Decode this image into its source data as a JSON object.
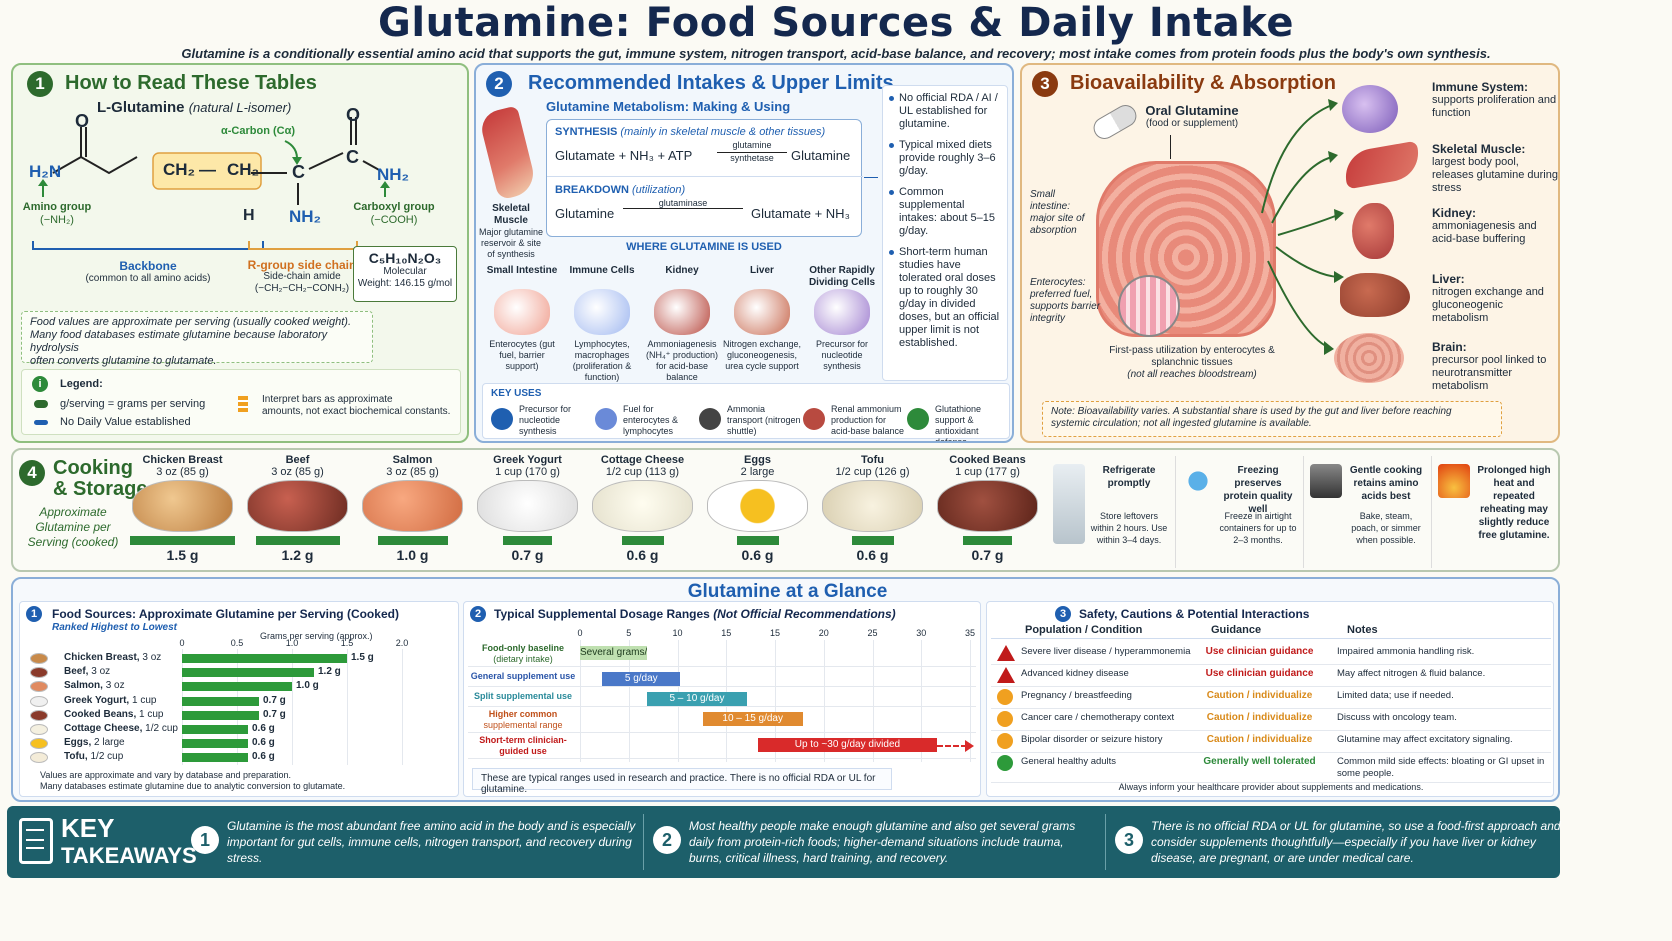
{
  "header": {
    "title": "Glutamine: Food Sources & Daily Intake",
    "subtitle": "Glutamine is a conditionally essential amino acid that supports the gut, immune system, nitrogen transport, acid-base balance, and recovery; most intake comes from protein foods plus the body's own synthesis."
  },
  "p1": {
    "num": "1",
    "title": "How to Read These Tables",
    "mol_title": "L-Glutamine",
    "mol_sub": "(natural L-isomer)",
    "alpha": "α-Carbon (Cα)",
    "h2n": "H₂N",
    "ch2a": "CH₂",
    "dash": "—",
    "ch2b": "CH₂",
    "c": "C",
    "h": "H",
    "nh2": "NH₂",
    "nh2b": "NH₂",
    "o1": "O",
    "o2": "O",
    "amino": "Amino group",
    "amino_f": "(−NH₂)",
    "carboxyl": "Carboxyl group",
    "carboxyl_f": "(−COOH)",
    "backbone": "Backbone",
    "backbone_sub": "(common to all amino acids)",
    "rgroup": "R-group side chain",
    "rgroup_sub": "Side-chain amide",
    "rgroup_f": "(−CH₂−CH₂−CONH₂)",
    "formula": "C₅H₁₀N₂O₃",
    "mw1": "Molecular",
    "mw2": "Weight: 146.15 g/mol",
    "note1": "Food values are approximate per serving (usually cooked weight).",
    "note2": "Many food databases estimate glutamine because laboratory hydrolysis",
    "note3": "often converts glutamine to glutamate.",
    "legend": "Legend:",
    "leg1": "g/serving = grams per serving",
    "leg2": "No Daily Value established",
    "leg3a": "Interpret bars as approximate",
    "leg3b": "amounts, not exact biochemical constants."
  },
  "p2": {
    "num": "2",
    "title": "Recommended Intakes & Upper Limits",
    "meta": "Glutamine Metabolism: Making & Using",
    "muscle1": "Skeletal",
    "muscle2": "Muscle",
    "muscle3": "Major glutamine reservoir & site of synthesis",
    "synth": "SYNTHESIS",
    "synth_sub": "(mainly in skeletal muscle & other tissues)",
    "synth_eq": "Glutamate  +  NH₃  +  ATP",
    "enz1a": "glutamine",
    "enz1b": "synthetase",
    "synth_out": "Glutamine",
    "break": "BREAKDOWN",
    "break_sub": "(utilization)",
    "break_in": "Glutamine",
    "enz2": "glutaminase",
    "break_out": "Glutamate   +   NH₃",
    "where": "WHERE GLUTAMINE IS USED",
    "organs": [
      {
        "name": "Small Intestine",
        "desc": "Enterocytes (gut fuel, barrier support)"
      },
      {
        "name": "Immune Cells",
        "desc": "Lymphocytes, macrophages (proliferation & function)"
      },
      {
        "name": "Kidney",
        "desc": "Ammoniagenesis (NH₄⁺ production) for acid-base balance"
      },
      {
        "name": "Liver",
        "desc": "Nitrogen exchange, gluconeogenesis, urea cycle support"
      },
      {
        "name": "Other Rapidly Dividing Cells",
        "desc": "Precursor for nucleotide synthesis"
      }
    ],
    "keyuses": "KEY USES",
    "uses": [
      "Precursor for nucleotide synthesis",
      "Fuel for enterocytes & lymphocytes",
      "Ammonia transport (nitrogen shuttle)",
      "Renal ammonium production for acid-base balance",
      "Glutathione support & antioxidant defense"
    ],
    "bullets": [
      "No official RDA / AI / UL established for glutamine.",
      "Typical mixed diets provide roughly 3–6 g/day.",
      "Common supplemental intakes: about 5–15 g/day.",
      "Short-term human studies have tolerated oral doses up to roughly 30 g/day in divided doses, but an official upper limit is not established."
    ]
  },
  "p3": {
    "num": "3",
    "title": "Bioavailability & Absorption",
    "oral": "Oral Glutamine",
    "oral_sub": "(food or supplement)",
    "si": "Small intestine: major site of absorption",
    "entero": "Enterocytes: preferred fuel, supports barrier integrity",
    "first": "First-pass utilization by enterocytes & splanchnic tissues",
    "first_sub": "(not all reaches bloodstream)",
    "targets": [
      {
        "name": "Immune System:",
        "desc": "supports proliferation and function"
      },
      {
        "name": "Skeletal Muscle:",
        "desc": "largest body pool, releases glutamine during stress"
      },
      {
        "name": "Kidney:",
        "desc": "ammoniagenesis and acid-base buffering"
      },
      {
        "name": "Liver:",
        "desc": "nitrogen exchange and gluconeogenic metabolism"
      },
      {
        "name": "Brain:",
        "desc": "precursor pool linked to neurotransmitter metabolism"
      }
    ],
    "note": "Note: Bioavailability varies. A substantial share is used by the gut and liver before reaching systemic circulation; not all ingested glutamine is available."
  },
  "p4": {
    "num": "4",
    "title1": "Cooking",
    "title2": "& Storage",
    "side": "Approximate Glutamine per Serving (cooked)",
    "foods": [
      {
        "name": "Chicken Breast",
        "serv": "3 oz (85 g)",
        "val": "1.5 g",
        "g": 1.5
      },
      {
        "name": "Beef",
        "serv": "3 oz (85 g)",
        "val": "1.2 g",
        "g": 1.2
      },
      {
        "name": "Salmon",
        "serv": "3 oz (85 g)",
        "val": "1.0 g",
        "g": 1.0
      },
      {
        "name": "Greek Yogurt",
        "serv": "1 cup (170 g)",
        "val": "0.7 g",
        "g": 0.7
      },
      {
        "name": "Cottage Cheese",
        "serv": "1/2 cup (113 g)",
        "val": "0.6 g",
        "g": 0.6
      },
      {
        "name": "Eggs",
        "serv": "2 large",
        "val": "0.6 g",
        "g": 0.6
      },
      {
        "name": "Tofu",
        "serv": "1/2 cup (126 g)",
        "val": "0.6 g",
        "g": 0.6
      },
      {
        "name": "Cooked Beans",
        "serv": "1 cup (177 g)",
        "val": "0.7 g",
        "g": 0.7
      }
    ],
    "tips": [
      {
        "t": "Refrigerate promptly",
        "d": "Store leftovers within 2 hours. Use within 3–4 days."
      },
      {
        "t": "Freezing preserves protein quality well",
        "d": "Freeze in airtight containers for up to 2–3 months."
      },
      {
        "t": "Gentle cooking retains amino acids best",
        "d": "Bake, steam, poach, or simmer when possible."
      },
      {
        "t": "Prolonged high heat and repeated reheating may slightly reduce free glutamine.",
        "d": ""
      }
    ]
  },
  "glance": {
    "title": "Glutamine at a Glance"
  },
  "t1": {
    "num": "1",
    "title": "Food Sources: Approximate Glutamine per Serving (Cooked)",
    "sub": "Ranked Highest to Lowest",
    "axis": "Grams per serving (approx.)",
    "ticks": [
      "0",
      "0.5",
      "1.0",
      "1.5",
      "2.0"
    ],
    "rows": [
      {
        "food": "Chicken Breast,",
        "serv": "3 oz",
        "val": "1.5 g",
        "g": 1.5
      },
      {
        "food": "Beef,",
        "serv": "3 oz",
        "val": "1.2 g",
        "g": 1.2
      },
      {
        "food": "Salmon,",
        "serv": "3 oz",
        "val": "1.0 g",
        "g": 1.0
      },
      {
        "food": "Greek Yogurt,",
        "serv": "1 cup",
        "val": "0.7 g",
        "g": 0.7
      },
      {
        "food": "Cooked Beans,",
        "serv": "1 cup",
        "val": "0.7 g",
        "g": 0.7
      },
      {
        "food": "Cottage Cheese,",
        "serv": "1/2 cup",
        "val": "0.6 g",
        "g": 0.6
      },
      {
        "food": "Eggs,",
        "serv": "2 large",
        "val": "0.6 g",
        "g": 0.6
      },
      {
        "food": "Tofu,",
        "serv": "1/2 cup",
        "val": "0.6 g",
        "g": 0.6
      }
    ],
    "foot1": "Values are approximate and vary by database and preparation.",
    "foot2": "Many databases estimate glutamine due to analytic conversion to glutamate."
  },
  "t2": {
    "num": "2",
    "title": "Typical Supplemental Dosage Ranges",
    "title_it": "(Not Official Recommendations)",
    "ticks": [
      "0",
      "5",
      "10",
      "15",
      "15",
      "20",
      "25",
      "30",
      "35"
    ],
    "rows": [
      {
        "label": "Food-only baseline",
        "label2": "(dietary intake)",
        "bar": "Several grams/day from diet",
        "from": 0,
        "to": 6,
        "color": "#bfe0b0",
        "tc": "#1d3a1d",
        "lc": "#2d6a2d"
      },
      {
        "label": "General supplement use",
        "label2": "",
        "bar": "5 g/day",
        "from": 2,
        "to": 9,
        "color": "#4a78c8",
        "tc": "#fff",
        "lc": "#2a55a8"
      },
      {
        "label": "Split supplemental use",
        "label2": "",
        "bar": "5 – 10 g/day",
        "from": 6,
        "to": 15,
        "color": "#3aa0b0",
        "tc": "#fff",
        "lc": "#2a8a9a"
      },
      {
        "label": "Higher common",
        "label2": "supplemental range",
        "bar": "10 – 15 g/day",
        "from": 11,
        "to": 20,
        "color": "#e08a30",
        "tc": "#fff",
        "lc": "#c0501a"
      },
      {
        "label": "Short-term clinician-guided use",
        "label2": "",
        "bar": "Up to ~30 g/day divided",
        "from": 16,
        "to": 32,
        "color": "#d92a2a",
        "tc": "#fff",
        "lc": "#c01a1a"
      }
    ],
    "foot": "These are typical ranges used in research and practice. There is no official RDA or UL for glutamine."
  },
  "t3": {
    "num": "3",
    "title": "Safety, Cautions & Potential Interactions",
    "cols": [
      "Population / Condition",
      "Guidance",
      "Notes"
    ],
    "rows": [
      {
        "icon": "warn",
        "pop": "Severe liver disease / hyperammonemia",
        "g": "Use clinician guidance",
        "n": "Impaired ammonia handling risk.",
        "gc": "#c01a1a"
      },
      {
        "icon": "warn",
        "pop": "Advanced kidney disease",
        "g": "Use clinician guidance",
        "n": "May affect nitrogen & fluid balance.",
        "gc": "#c01a1a"
      },
      {
        "icon": "caution",
        "pop": "Pregnancy / breastfeeding",
        "g": "Caution / individualize",
        "n": "Limited data; use if needed.",
        "gc": "#d98a1a"
      },
      {
        "icon": "caution",
        "pop": "Cancer care / chemotherapy context",
        "g": "Caution / individualize",
        "n": "Discuss with oncology team.",
        "gc": "#d98a1a"
      },
      {
        "icon": "caution",
        "pop": "Bipolar disorder or seizure history",
        "g": "Caution / individualize",
        "n": "Glutamine may affect excitatory signaling.",
        "gc": "#d98a1a"
      },
      {
        "icon": "ok",
        "pop": "General healthy adults",
        "g": "Generally well tolerated",
        "n": "Common mild side effects: bloating or GI upset in some people.",
        "gc": "#2d8a3a"
      }
    ],
    "foot": "Always inform your healthcare provider about supplements and medications."
  },
  "takeaways": {
    "title1": "KEY",
    "title2": "TAKEAWAYS",
    "items": [
      {
        "n": "1",
        "t": "Glutamine is the most abundant free amino acid in the body and is especially important for gut cells, immune cells, nitrogen transport, and recovery during stress."
      },
      {
        "n": "2",
        "t": "Most healthy people make enough glutamine and also get several grams daily from protein-rich foods; higher-demand situations include trauma, burns, critical illness, hard training, and recovery."
      },
      {
        "n": "3",
        "t": "There is no official RDA or UL for glutamine, so use a food-first approach and consider supplements thoughtfully—especially if you have liver or kidney disease, are pregnant, or are under medical care."
      }
    ]
  },
  "colors": {
    "green": "#2d8a3a",
    "navy": "#14284e",
    "blue": "#1f5fb0",
    "brown": "#8a3a10",
    "teal": "#1d5f6a"
  }
}
